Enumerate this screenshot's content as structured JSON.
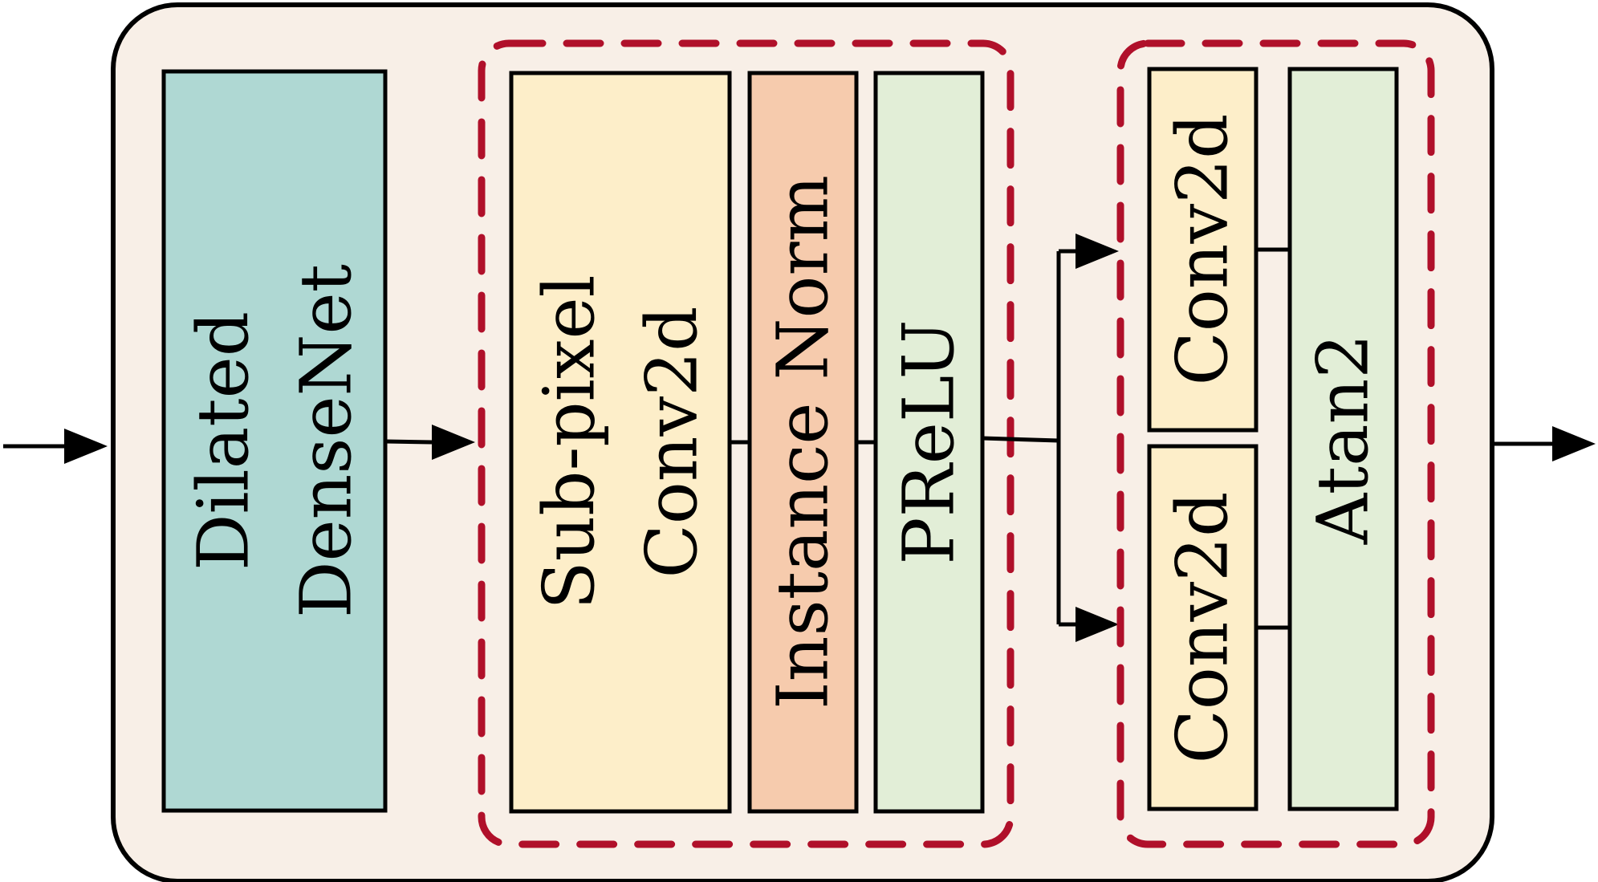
{
  "colors": {
    "outer_fill": "#f8efe7",
    "outer_stroke": "#000000",
    "dense_fill": "#afd8d3",
    "conv_fill": "#fdeec9",
    "norm_fill": "#f6cbad",
    "act_fill": "#e2eed7",
    "atan_fill": "#e2eed7",
    "group_dash": "#b0102a",
    "line": "#000000"
  },
  "blocks": {
    "dense": {
      "line1": "Dilated",
      "line2": "DenseNet"
    },
    "subpixel": {
      "line1": "Sub-pixel",
      "line2": "Conv2d"
    },
    "norm": {
      "label": "Instance Norm"
    },
    "prelu": {
      "label": "PReLU"
    },
    "conv_top": {
      "label": "Conv2d"
    },
    "conv_bottom": {
      "label": "Conv2d"
    },
    "atan": {
      "label": "Atan2"
    }
  }
}
